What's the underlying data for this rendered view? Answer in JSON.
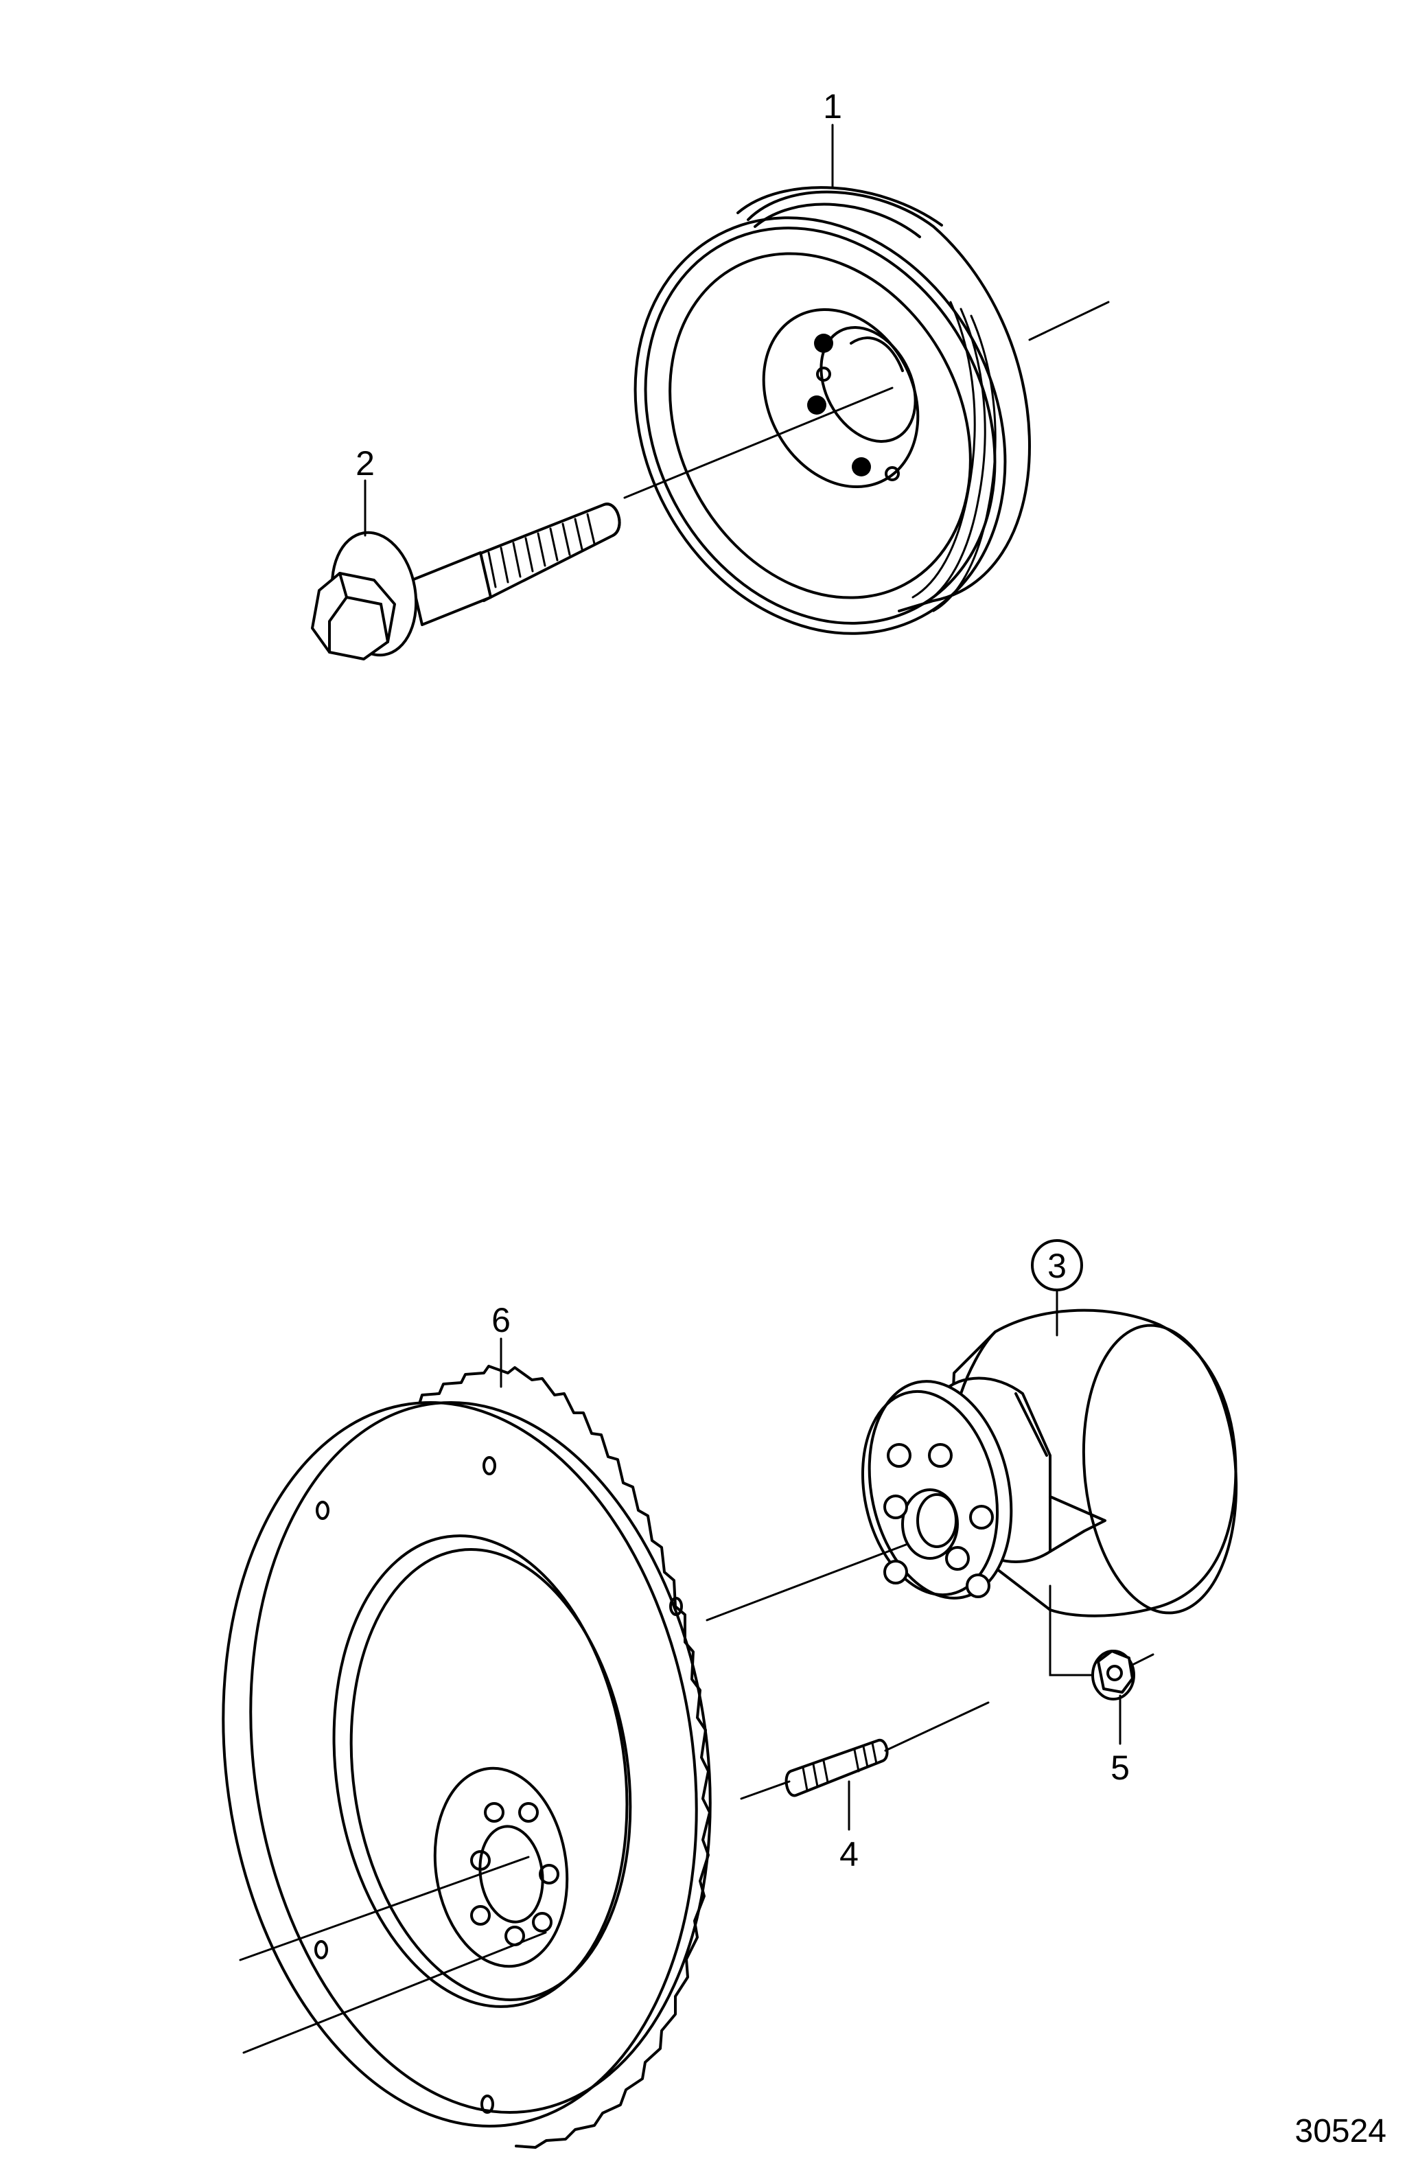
{
  "callouts": {
    "c1": "1",
    "c2": "2",
    "c3": "3",
    "c4": "4",
    "c5": "5",
    "c6": "6"
  },
  "drawing_number": "30524",
  "parts": {
    "p1": "pulley-icon",
    "p2": "flange-bolt-icon",
    "p3": "vibration-damper-icon",
    "p4": "stud-icon",
    "p5": "flange-nut-icon",
    "p6": "flywheel-ring-gear-icon"
  },
  "colors": {
    "line": "#000000",
    "background": "#ffffff"
  }
}
